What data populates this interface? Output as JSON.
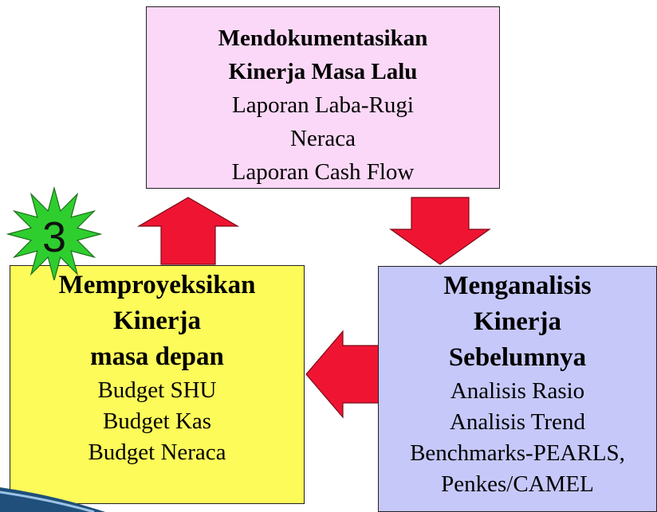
{
  "top_box": {
    "title_lines": [
      "Mendokumentasikan",
      "Kinerja Masa Lalu"
    ],
    "items": [
      "Laporan Laba-Rugi",
      "Neraca",
      "Laporan Cash Flow"
    ]
  },
  "right_box": {
    "title_lines": [
      "Menganalisis",
      "Kinerja",
      "Sebelumnya"
    ],
    "items": [
      "Analisis Rasio",
      "Analisis Trend",
      "Benchmarks-PEARLS,",
      "Penkes/CAMEL"
    ]
  },
  "left_box": {
    "title_lines": [
      "Memproyeksikan",
      "Kinerja",
      "masa depan"
    ],
    "items": [
      "Budget SHU",
      "Budget Kas",
      "Budget Neraca"
    ]
  },
  "badge": {
    "number": "3"
  },
  "colors": {
    "top_box": "#fbd8f7",
    "right_box": "#c6c8fa",
    "left_box": "#fdfb5a",
    "arrow": "#f01433",
    "badge": "#2fce2f"
  }
}
